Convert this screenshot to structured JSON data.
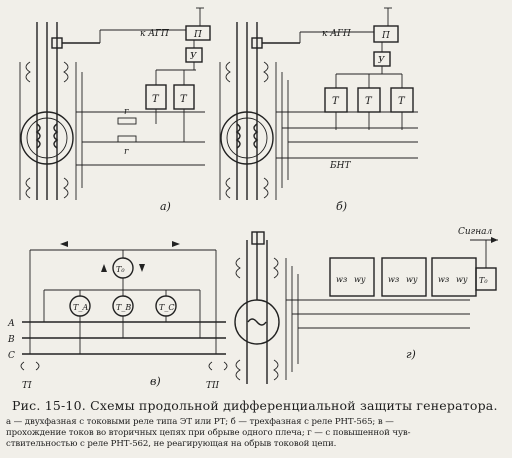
{
  "figure": {
    "panel_labels": {
      "a": "а)",
      "b": "б)",
      "v": "в)",
      "g": "г)"
    },
    "labels": {
      "k_agp_a": "к АГП",
      "k_agp_b": "к АГП",
      "p": "П",
      "u": "У",
      "t": "Т",
      "r": "r",
      "bnt": "БНТ",
      "signal": "Сигнал",
      "to": "Т₀",
      "ta": "Т_А",
      "tb": "Т_В",
      "tc": "Т_С",
      "phase_a": "А",
      "phase_b": "В",
      "phase_c": "С",
      "ti": "ТI",
      "tii": "ТII",
      "wz": "wз",
      "wy": "wу"
    }
  },
  "caption": {
    "title": "Рис. 15-10. Схемы продольной дифференциальной защиты генератора.",
    "lines": [
      "а — двухфазная с токовыми реле типа ЭТ или РТ; б — трехфазная с реле РНТ-565; в —",
      "прохождение токов во вторичных цепях при обрыве одного плеча; г — с повышенной чув-",
      "ствительностью с реле РНТ-562, не реагирующая на обрыв токовой цепи."
    ]
  }
}
